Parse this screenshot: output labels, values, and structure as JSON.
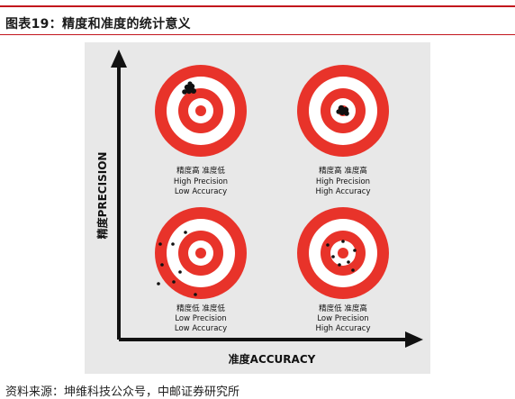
{
  "header": {
    "figure_title": "图表19：精度和准度的统计意义"
  },
  "axes": {
    "y_label": "精度PRECISION",
    "x_label": "准度ACCURACY"
  },
  "quadrants": [
    {
      "label_zh": "精度高 准度低",
      "label_precision": "High Precision",
      "label_accuracy": "Low Accuracy",
      "precision": "high",
      "accuracy": "low"
    },
    {
      "label_zh": "精度高 准度高",
      "label_precision": "High Precision",
      "label_accuracy": "High Accuracy",
      "precision": "high",
      "accuracy": "high"
    },
    {
      "label_zh": "精度低 准度低",
      "label_precision": "Low Precision",
      "label_accuracy": "Low Accuracy",
      "precision": "low",
      "accuracy": "low"
    },
    {
      "label_zh": "精度低 准度高",
      "label_precision": "Low Precision",
      "label_accuracy": "High Accuracy",
      "precision": "low",
      "accuracy": "high"
    }
  ],
  "colors": {
    "accent_rule": "#c2161d",
    "target_red": "#e8332a",
    "panel_bg": "#e8e8e8",
    "ink": "#111111"
  },
  "footer": {
    "source": "资料来源：坤维科技公众号，中邮证券研究所"
  }
}
